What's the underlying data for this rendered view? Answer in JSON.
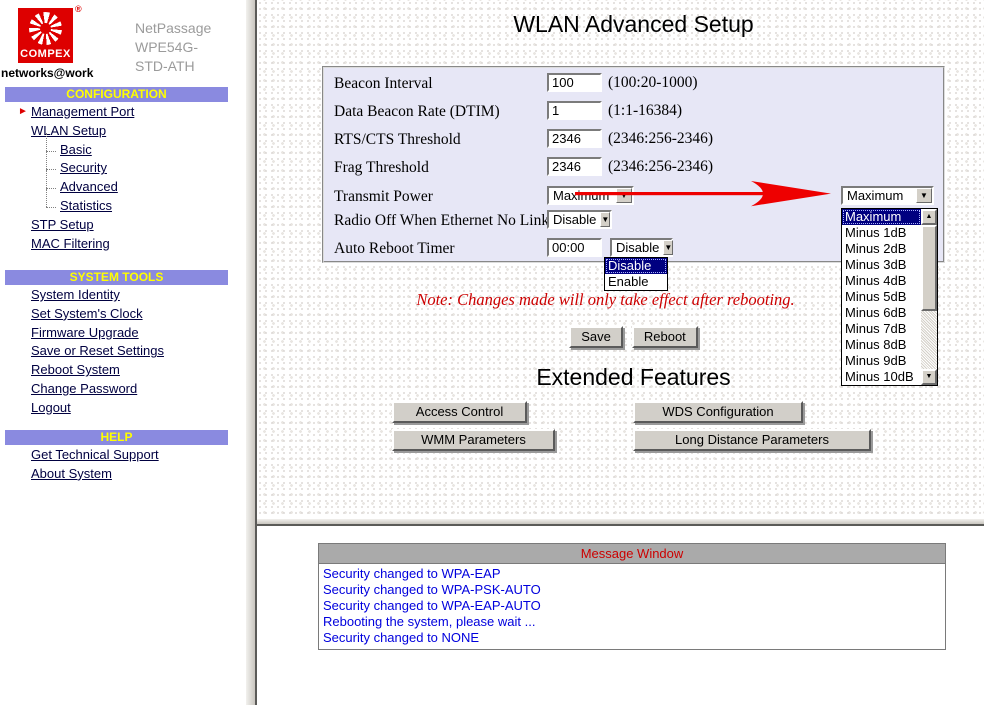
{
  "titles": {
    "page": "WLAN Advanced Setup",
    "extended": "Extended Features"
  },
  "logo": {
    "brand": "COMPEX",
    "registered": "®",
    "tagline": "networks@work",
    "product_lines": [
      "NetPassage",
      "WPE54G-",
      "STD-ATH"
    ]
  },
  "icons": {
    "dropdown_arrow": "▼",
    "scroll_up": "▲",
    "scroll_down": "▼",
    "active_arrow": "►"
  },
  "sidebar": {
    "sections": [
      {
        "title": "CONFIGURATION",
        "items": [
          {
            "label": "Management Port"
          },
          {
            "label": "WLAN Setup"
          },
          {
            "label": "Basic"
          },
          {
            "label": "Security"
          },
          {
            "label": "Advanced"
          },
          {
            "label": "Statistics"
          },
          {
            "label": "STP Setup"
          },
          {
            "label": "MAC Filtering"
          }
        ]
      },
      {
        "title": "SYSTEM TOOLS",
        "items": [
          {
            "label": "System Identity"
          },
          {
            "label": "Set System's Clock"
          },
          {
            "label": "Firmware Upgrade"
          },
          {
            "label": "Save or Reset Settings"
          },
          {
            "label": "Reboot System"
          },
          {
            "label": "Change Password"
          },
          {
            "label": "Logout"
          }
        ]
      },
      {
        "title": "HELP",
        "items": [
          {
            "label": "Get Technical Support"
          },
          {
            "label": "About System"
          }
        ]
      }
    ]
  },
  "form": {
    "rows": [
      {
        "label": "Beacon Interval",
        "value": "100",
        "hint": "(100:20-1000)"
      },
      {
        "label": "Data Beacon Rate (DTIM)",
        "value": "1",
        "hint": "(1:1-16384)"
      },
      {
        "label": "RTS/CTS Threshold",
        "value": "2346",
        "hint": "(2346:256-2346)"
      },
      {
        "label": "Frag Threshold",
        "value": "2346",
        "hint": "(2346:256-2346)"
      }
    ],
    "transmit_power": {
      "label": "Transmit Power",
      "value": "Maximum"
    },
    "radio_off": {
      "label": "Radio Off When Ethernet No Link",
      "value": "Disable"
    },
    "auto_reboot": {
      "label": "Auto Reboot Timer",
      "time_value": "00:00",
      "value": "Disable",
      "options": [
        "Disable",
        "Enable"
      ]
    }
  },
  "transmit_dropdown": {
    "value": "Maximum",
    "options": [
      "Maximum",
      "Minus 1dB",
      "Minus 2dB",
      "Minus 3dB",
      "Minus 4dB",
      "Minus 5dB",
      "Minus 6dB",
      "Minus 7dB",
      "Minus 8dB",
      "Minus 9dB",
      "Minus 10dB"
    ]
  },
  "note": "Note: Changes made will only take effect after rebooting.",
  "actions": {
    "save": "Save",
    "reboot": "Reboot"
  },
  "extended_buttons": [
    "Access Control",
    "WDS Configuration",
    "WMM Parameters",
    "Long Distance Parameters"
  ],
  "message_window": {
    "title": "Message Window",
    "messages": [
      "Security changed to WPA-EAP",
      "Security changed to WPA-PSK-AUTO",
      "Security changed to WPA-EAP-AUTO",
      "Rebooting the system, please wait ...",
      "Security changed to NONE"
    ]
  },
  "colors": {
    "section_bar": "#8A8AE0",
    "section_text": "#FFFF00",
    "brand_red": "#DD0000",
    "note_red": "#CC0000",
    "message_blue": "#0000DD",
    "selection_navy": "#000080",
    "form_bg": "#E7E7F6"
  }
}
